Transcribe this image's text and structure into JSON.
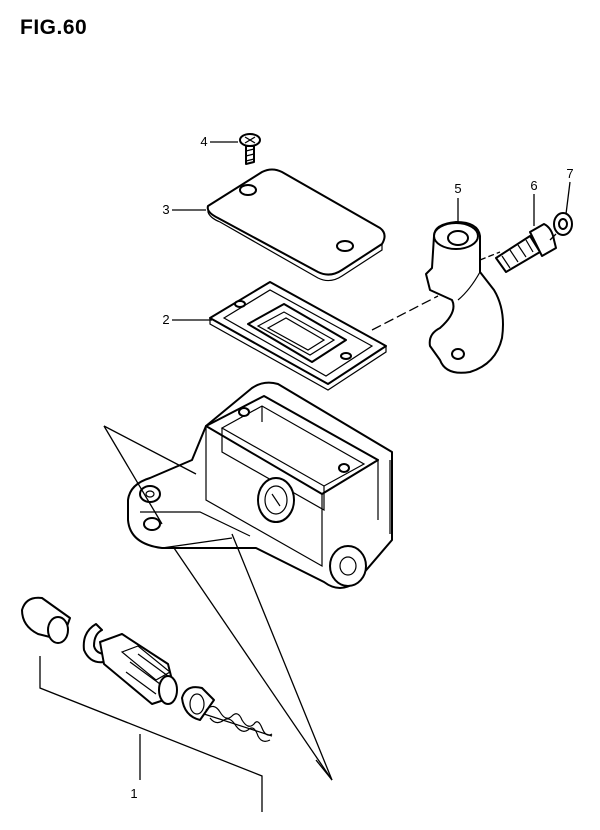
{
  "figure": {
    "title": "FIG.60"
  },
  "callouts": [
    {
      "id": "1",
      "label": "1"
    },
    {
      "id": "2",
      "label": "2"
    },
    {
      "id": "3",
      "label": "3"
    },
    {
      "id": "4",
      "label": "4"
    },
    {
      "id": "5",
      "label": "5"
    },
    {
      "id": "6",
      "label": "6"
    },
    {
      "id": "7",
      "label": "7"
    }
  ]
}
